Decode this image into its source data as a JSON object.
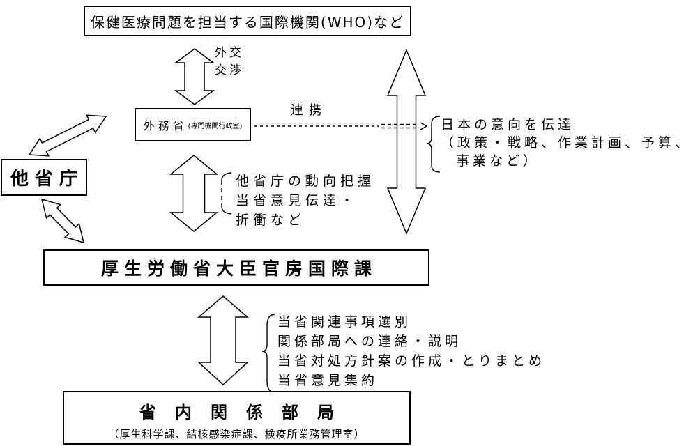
{
  "page": {
    "background": "#ffffff",
    "line_color": "#000000"
  },
  "boxes": {
    "who": {
      "label": "保健医療問題を担当する国際機関(WHO)など"
    },
    "mofa": {
      "label": "外務省",
      "sublabel": "(専門機関行政室)"
    },
    "other_ministries": {
      "label": "他省庁"
    },
    "mhlw_international": {
      "label": "厚生労働省大臣官房国際課"
    },
    "internal_bureaus": {
      "title": "省内関係部局",
      "subtitle": "（厚生科学課、結核感染症課、検疫所業務管理室）"
    }
  },
  "labels": {
    "diplomacy": {
      "line1": "外交",
      "line2": "交渉"
    },
    "cooperation": "連携"
  },
  "annotations": {
    "convey_intent": {
      "lines": [
        "日本の意向を伝達",
        "（政策・戦略、作業計画、予算、",
        "事業など）"
      ]
    },
    "ministry_coordination": {
      "lines": [
        "他省庁の動向把握",
        "当省意見伝達・",
        "折衝など"
      ]
    },
    "internal_tasks": {
      "lines": [
        "当省関連事項選別",
        "関係部局への連絡・説明",
        "当省対処方針案の作成・とりまとめ",
        "当省意見集約"
      ]
    }
  }
}
